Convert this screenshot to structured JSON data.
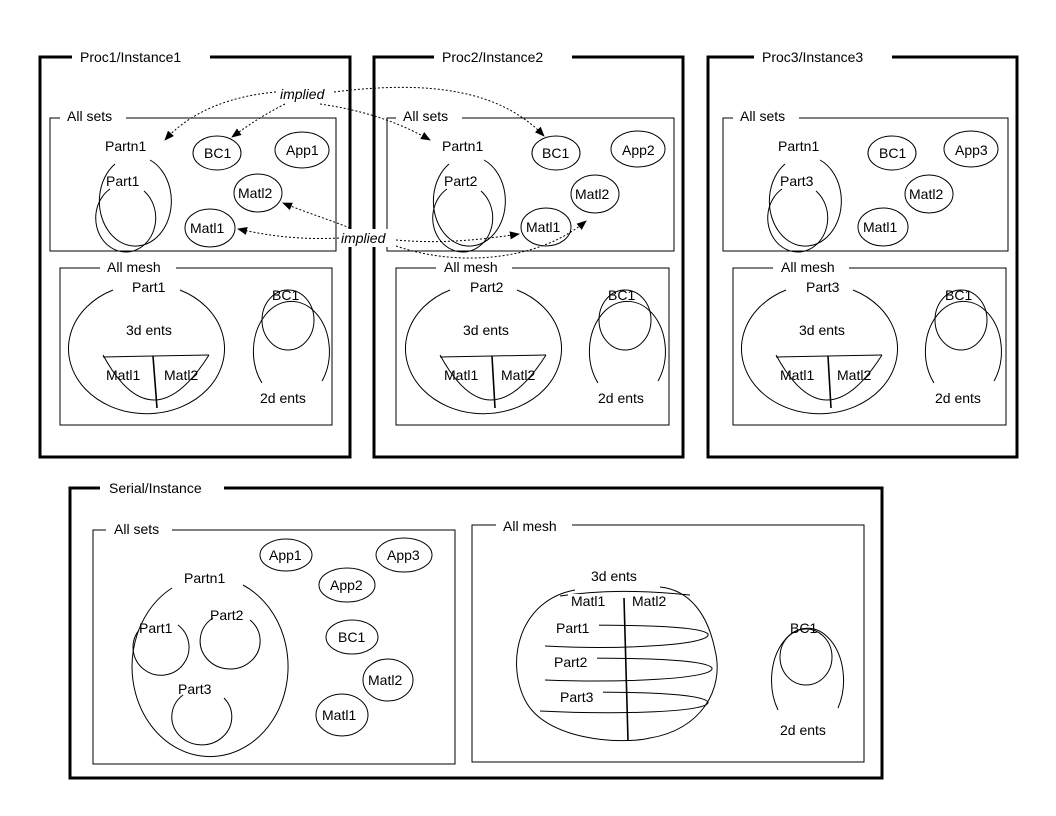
{
  "instances": [
    {
      "title": "Proc1/Instance1",
      "sets_title": "All sets",
      "mesh_title": "All mesh",
      "partition": "Partn1",
      "part": "Part1",
      "bc": "BC1",
      "app": "App1",
      "matl2": "Matl2",
      "matl1": "Matl1",
      "mesh_part": "Part1",
      "mesh_3d": "3d ents",
      "mesh_matl1": "Matl1",
      "mesh_matl2": "Matl2",
      "mesh_bc": "BC1",
      "mesh_2d": "2d ents"
    },
    {
      "title": "Proc2/Instance2",
      "sets_title": "All sets",
      "mesh_title": "All mesh",
      "partition": "Partn1",
      "part": "Part2",
      "bc": "BC1",
      "app": "App2",
      "matl2": "Matl2",
      "matl1": "Matl1",
      "mesh_part": "Part2",
      "mesh_3d": "3d ents",
      "mesh_matl1": "Matl1",
      "mesh_matl2": "Matl2",
      "mesh_bc": "BC1",
      "mesh_2d": "2d ents"
    },
    {
      "title": "Proc3/Instance3",
      "sets_title": "All sets",
      "mesh_title": "All mesh",
      "partition": "Partn1",
      "part": "Part3",
      "bc": "BC1",
      "app": "App3",
      "matl2": "Matl2",
      "matl1": "Matl1",
      "mesh_part": "Part3",
      "mesh_3d": "3d ents",
      "mesh_matl1": "Matl1",
      "mesh_matl2": "Matl2",
      "mesh_bc": "BC1",
      "mesh_2d": "2d ents"
    }
  ],
  "implied_labels": [
    "implied",
    "implied"
  ],
  "serial": {
    "title": "Serial/Instance",
    "sets_title": "All sets",
    "mesh_title": "All mesh",
    "partition": "Partn1",
    "parts": [
      "Part1",
      "Part2",
      "Part3"
    ],
    "apps": [
      "App1",
      "App2",
      "App3"
    ],
    "bc": "BC1",
    "matl2": "Matl2",
    "matl1": "Matl1",
    "mesh_3d": "3d ents",
    "mesh_matl1": "Matl1",
    "mesh_matl2": "Matl2",
    "mesh_parts": [
      "Part1",
      "Part2",
      "Part3"
    ],
    "mesh_bc": "BC1",
    "mesh_2d": "2d ents"
  }
}
